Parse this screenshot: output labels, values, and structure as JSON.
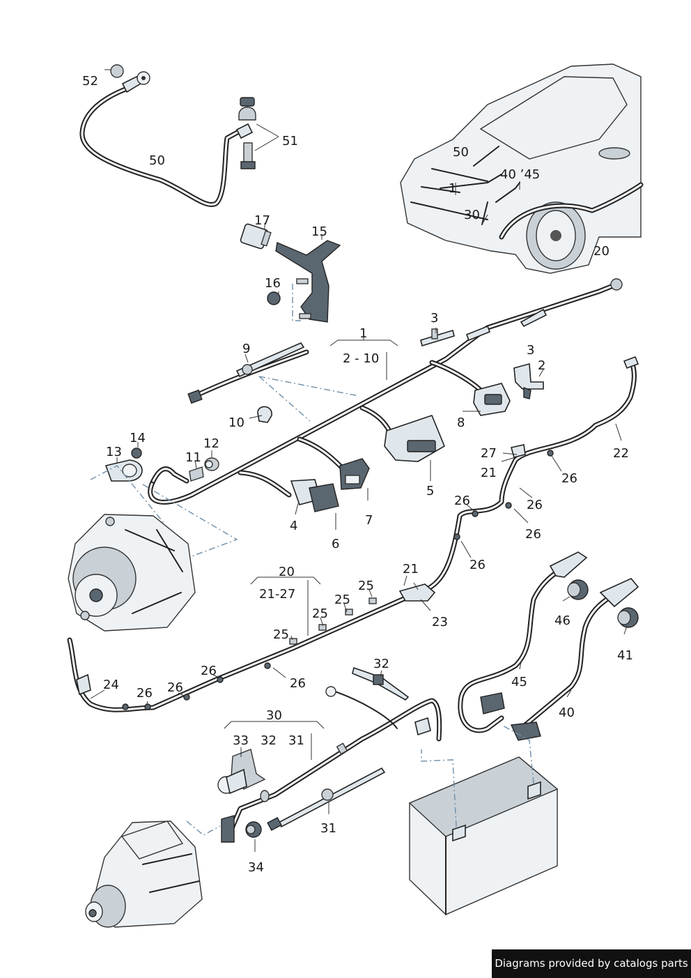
{
  "footer": {
    "text": "Diagrams provided by catalogs parts"
  },
  "callouts": {
    "c52": "52",
    "c51": "51",
    "c50": "50",
    "c17": "17",
    "c15": "15",
    "c16": "16",
    "car50": "50",
    "car1": "1",
    "car40_45": "40 ’45",
    "car30": "30",
    "car20": "20",
    "c3a": "3",
    "c3b": "3",
    "c1": "1",
    "c2_10": "2 - 10",
    "c9": "9",
    "c2": "2",
    "c8": "8",
    "c10": "10",
    "c13": "13",
    "c14": "14",
    "c11": "11",
    "c12": "12",
    "c5": "5",
    "c4": "4",
    "c7": "7",
    "c6": "6",
    "c22": "22",
    "c27": "27",
    "c21a": "21",
    "c26a": "26",
    "c26b": "26",
    "c26c": "26",
    "c26d": "26",
    "c26e": "26",
    "c20": "20",
    "c21_27": "21-27",
    "c21b": "21",
    "c25a": "25",
    "c25b": "25",
    "c25c": "25",
    "c25d": "25",
    "c23": "23",
    "c46": "46",
    "c41": "41",
    "c45": "45",
    "c40": "40",
    "c24": "24",
    "c26f": "26",
    "c26g": "26",
    "c26h": "26",
    "c26i": "26",
    "c32a": "32",
    "c30": "30",
    "c33": "33",
    "c32b": "32",
    "c31a": "31",
    "c31b": "31",
    "c34": "34"
  }
}
